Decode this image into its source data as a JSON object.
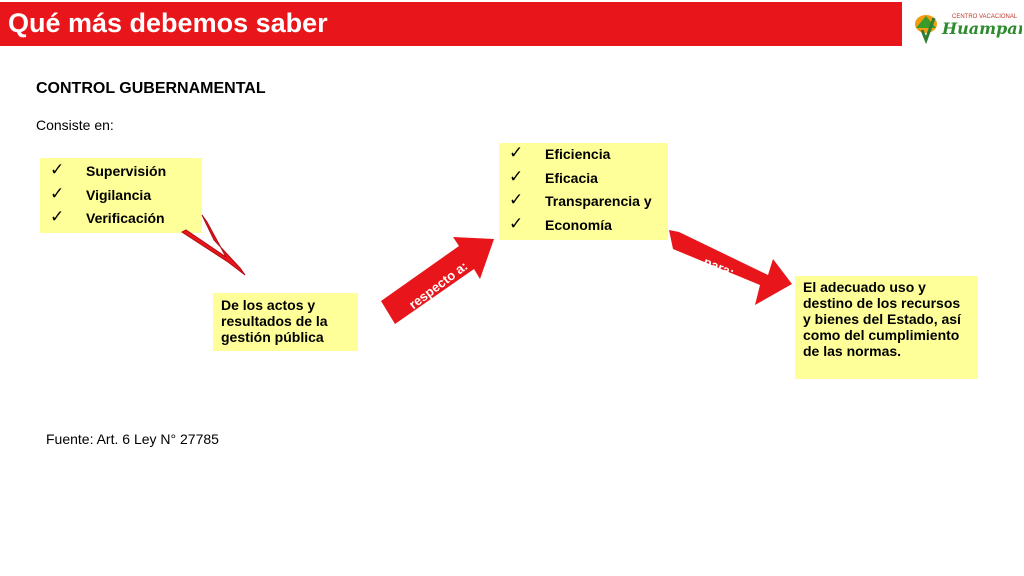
{
  "header": {
    "title": "Qué más debemos saber",
    "logo_text_top": "CENTRO VACACIONAL",
    "logo_text_main": "Huampaní"
  },
  "content": {
    "heading": "CONTROL GUBERNAMENTAL",
    "intro": "Consiste en:",
    "box_actions": {
      "items": [
        "Supervisión",
        "Vigilancia",
        "Verificación"
      ]
    },
    "box_scope": {
      "text": "De los actos y resultados de la gestión pública"
    },
    "arrow_respecto": "respecto a:",
    "box_criteria": {
      "items": [
        "Eficiencia",
        "Eficacia",
        "Transparencia y",
        "Economía"
      ]
    },
    "arrow_para": "para:",
    "box_purpose": {
      "text": "El adecuado uso y destino de los recursos y bienes del Estado, así como del cumplimiento de las normas."
    },
    "source": "Fuente: Art. 6 Ley N° 27785"
  },
  "colors": {
    "title_bar": "#e8151a",
    "box_fill": "#ffff99",
    "arrow_fill": "#e8151a"
  },
  "icons": {
    "check": "✓"
  }
}
